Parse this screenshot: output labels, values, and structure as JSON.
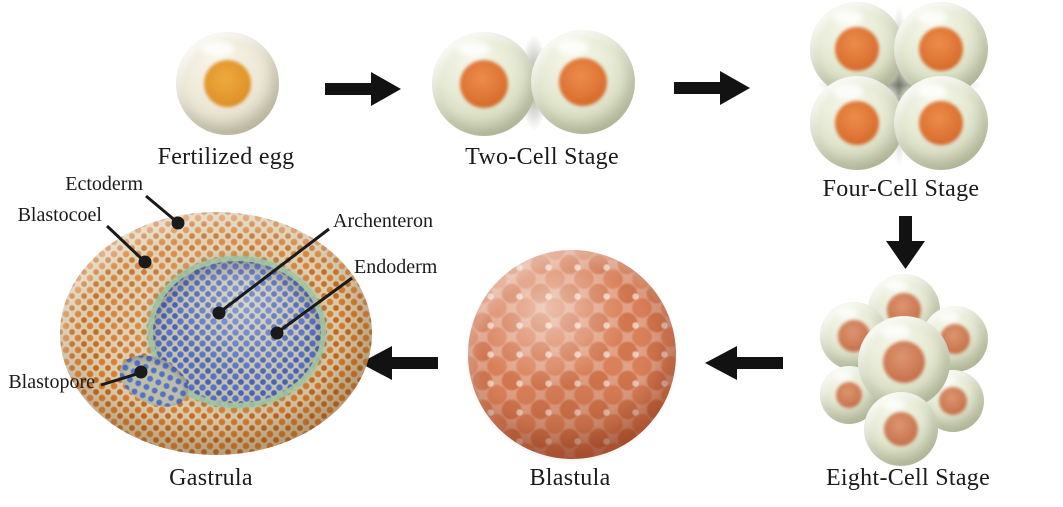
{
  "diagram": {
    "subject": "Embryonic development stages",
    "stages": [
      {
        "id": "fertilized-egg",
        "label": "Fertilized egg"
      },
      {
        "id": "two-cell",
        "label": "Two-Cell Stage"
      },
      {
        "id": "four-cell",
        "label": "Four-Cell Stage"
      },
      {
        "id": "eight-cell",
        "label": "Eight-Cell Stage"
      },
      {
        "id": "blastula",
        "label": "Blastula"
      },
      {
        "id": "gastrula",
        "label": "Gastrula"
      }
    ],
    "annotations": [
      {
        "id": "ectoderm",
        "label": "Ectoderm"
      },
      {
        "id": "blastocoel",
        "label": "Blastocoel"
      },
      {
        "id": "archenteron",
        "label": "Archenteron"
      },
      {
        "id": "endoderm",
        "label": "Endoderm"
      },
      {
        "id": "blastopore",
        "label": "Blastopore"
      }
    ],
    "arrows": [
      {
        "from": "fertilized-egg",
        "to": "two-cell",
        "direction": "right"
      },
      {
        "from": "two-cell",
        "to": "four-cell",
        "direction": "right"
      },
      {
        "from": "four-cell",
        "to": "eight-cell",
        "direction": "down"
      },
      {
        "from": "eight-cell",
        "to": "blastula",
        "direction": "left"
      },
      {
        "from": "blastula",
        "to": "gastrula",
        "direction": "left"
      }
    ],
    "colors": {
      "background": "#ffffff",
      "arrow": "#121212",
      "label_text": "#1b1b1b",
      "leader_line": "#1a1a1a",
      "cell_membrane": "#e6ead4",
      "cell_nucleus_orange": "#dd7434",
      "egg_yolk": "#e2952c",
      "blastula_surface": "#d1764f",
      "gastrula_base": "#dccbaa",
      "gastrula_outer_dots": "#d5792b",
      "gastrula_inner_dots": "#5671c9",
      "endoderm_ring": "#a3c49d"
    }
  }
}
